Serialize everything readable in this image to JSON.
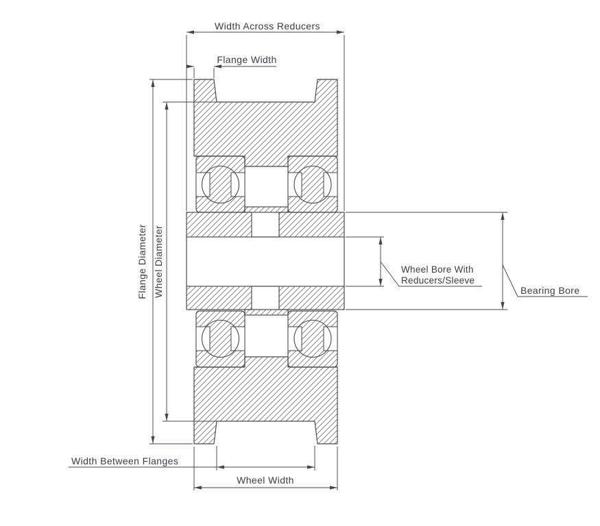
{
  "title": "Wheel cross-section dimension diagram",
  "labels": {
    "width_across_reducers": "Width Across Reducers",
    "flange_width": "Flange Width",
    "flange_diameter": "Flange Diameter",
    "wheel_diameter": "Wheel Diameter",
    "wheel_bore_line1": "Wheel Bore With",
    "wheel_bore_line2": "Reducers/Sleeve",
    "bearing_bore": "Bearing Bore",
    "width_between_flanges": "Width Between Flanges",
    "wheel_width": "Wheel Width"
  },
  "colors": {
    "line": "#464646",
    "text": "#3b3b45",
    "hatch": "#707070",
    "bg": "#ffffff"
  }
}
